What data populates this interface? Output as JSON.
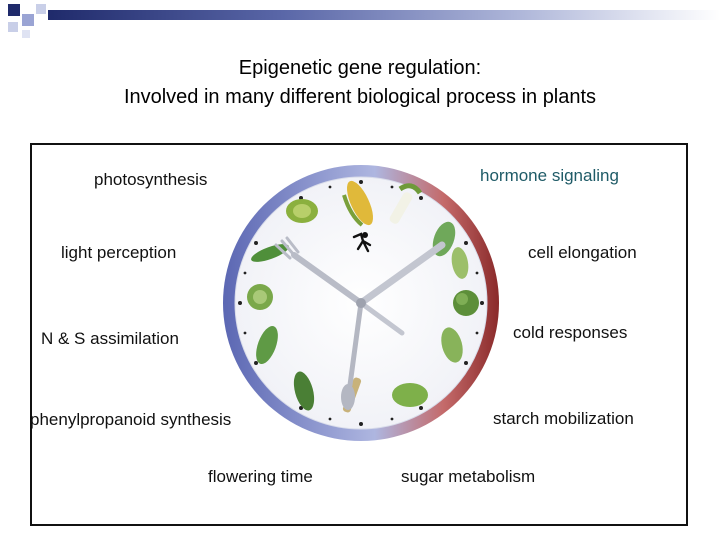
{
  "slide": {
    "title_line1": "Epigenetic gene regulation:",
    "title_line2": "Involved in many different biological process in plants"
  },
  "colors": {
    "accent_dark": "#1f2a6b",
    "clock_ring_blue": "#6f7fc2",
    "clock_ring_red": "#a33a3a",
    "label_teal": "#1f5b67"
  },
  "clock": {
    "icons": [
      "runner-icon",
      "fork-hand-icon",
      "knife-hand-icon",
      "spoon-hand-icon"
    ],
    "vegetables": [
      "corn",
      "leek",
      "bok-choy",
      "lettuce-cup",
      "chard",
      "cabbage",
      "romaine",
      "asparagus",
      "endive",
      "broccoli",
      "pea-pod",
      "lettuce",
      "leaf-lettuce"
    ]
  },
  "labels": {
    "photosynthesis": "photosynthesis",
    "hormone_signaling": "hormone signaling",
    "light_perception": "light perception",
    "cell_elongation": "cell elongation",
    "ns_assimilation": "N & S assimilation",
    "cold_responses": "cold responses",
    "phenylpropanoid_synthesis": "phenylpropanoid synthesis",
    "starch_mobilization": "starch mobilization",
    "flowering_time": "flowering time",
    "sugar_metabolism": "sugar metabolism"
  }
}
